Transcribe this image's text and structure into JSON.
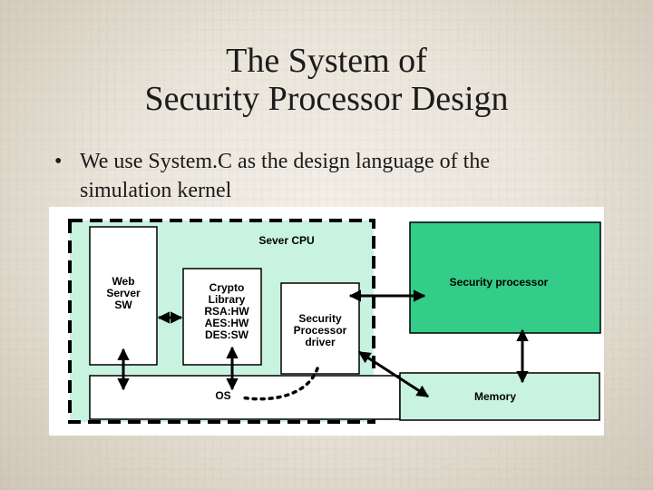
{
  "slide": {
    "title_line1": "The System of",
    "title_line2": "Security Processor Design",
    "bullet_symbol": "•",
    "bullet_line1": "We use System.C as the design language of the",
    "bullet_line2": "simulation kernel"
  },
  "diagram": {
    "server_cpu_label": "Sever CPU",
    "web_server": [
      "Web",
      "Server",
      "SW"
    ],
    "crypto_library": [
      "Crypto",
      "Library",
      "RSA:HW",
      "AES:HW",
      "DES:SW"
    ],
    "sp_driver": [
      "Security",
      "Processor",
      "driver"
    ],
    "os_label": "OS",
    "security_processor_label": "Security processor",
    "memory_label": "Memory",
    "colors": {
      "server_fill": "#c8f3e0",
      "security_processor_fill": "#33cc88",
      "memory_fill": "#c8f3e0",
      "box_fill": "#ffffff",
      "stroke": "#000000"
    }
  }
}
